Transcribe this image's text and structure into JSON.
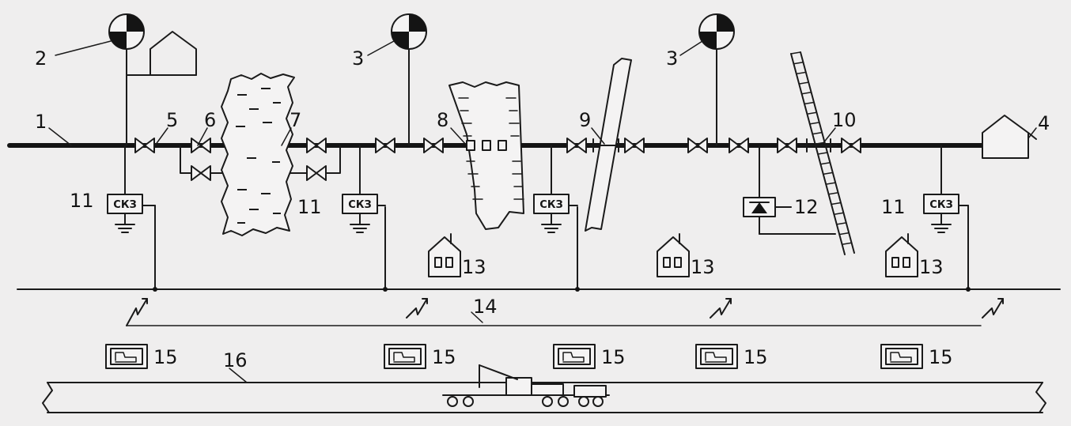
{
  "labels": {
    "n1": "1",
    "n2": "2",
    "n3a": "3",
    "n3b": "3",
    "n4": "4",
    "n5": "5",
    "n6": "6",
    "n7": "7",
    "n8": "8",
    "n9": "9",
    "n10": "10",
    "n11a": "11",
    "n11b": "11",
    "n11c": "11",
    "n12": "12",
    "n13a": "13",
    "n13b": "13",
    "n13c": "13",
    "n14": "14",
    "n15a": "15",
    "n15b": "15",
    "n15c": "15",
    "n15d": "15",
    "n15e": "15",
    "n16": "16"
  },
  "skz": {
    "text": "СКЗ"
  },
  "colors": {
    "ink": "#141414",
    "paper": "#efeeee"
  }
}
